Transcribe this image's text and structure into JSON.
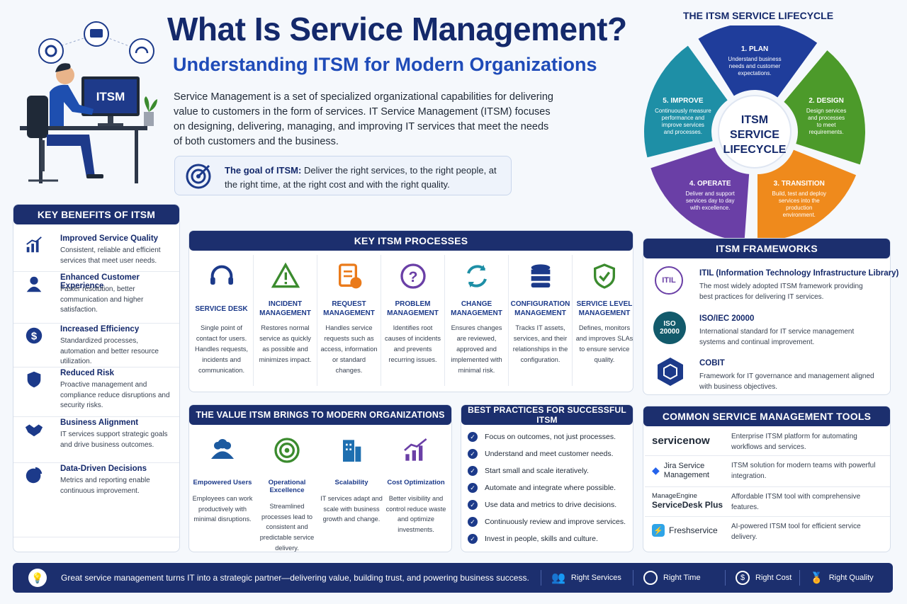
{
  "header": {
    "title": "What Is Service Management?",
    "subtitle": "Understanding ITSM for Modern Organizations",
    "intro": "Service Management is a set of specialized organizational capabilities for delivering value to customers in the form of services. IT Service Management (ITSM) focuses on designing, delivering, managing, and improving IT services that meet the needs of both customers and the business.",
    "goal_label": "The goal of ITSM:",
    "goal_text": "Deliver the right services, to the right people, at the right time, at the right cost and with the right quality.",
    "monitor_text": "ITSM"
  },
  "lifecycle": {
    "heading": "THE ITSM SERVICE LIFECYCLE",
    "center": [
      "ITSM",
      "SERVICE",
      "LIFECYCLE"
    ],
    "stages": [
      {
        "label": "1. PLAN",
        "desc": [
          "Understand business",
          "needs and customer",
          "expectations."
        ],
        "color": "#1f3d9b"
      },
      {
        "label": "2. DESIGN",
        "desc": [
          "Design services",
          "and processes",
          "to meet",
          "requirements."
        ],
        "color": "#4c9a2a"
      },
      {
        "label": "3. TRANSITION",
        "desc": [
          "Build, test and deploy",
          "services into the",
          "production",
          "environment."
        ],
        "color": "#ef8a1c"
      },
      {
        "label": "4. OPERATE",
        "desc": [
          "Deliver and support",
          "services day to day",
          "with excellence."
        ],
        "color": "#6a3fa6"
      },
      {
        "label": "5. IMPROVE",
        "desc": [
          "Continuously measure",
          "performance and",
          "improve services",
          "and processes."
        ],
        "color": "#1e8fa6"
      }
    ]
  },
  "benefits": {
    "heading": "KEY BENEFITS OF ITSM",
    "items": [
      {
        "title": "Improved Service Quality",
        "desc": "Consistent, reliable and efficient services that meet user needs.",
        "icon": "chart-icon"
      },
      {
        "title": "Enhanced Customer Experience",
        "desc": "Faster resolution, better communication and higher satisfaction.",
        "icon": "user-icon"
      },
      {
        "title": "Increased Efficiency",
        "desc": "Standardized processes, automation and better resource utilization.",
        "icon": "dollar-icon"
      },
      {
        "title": "Reduced Risk",
        "desc": "Proactive management and compliance reduce disruptions and security risks.",
        "icon": "shield-icon"
      },
      {
        "title": "Business Alignment",
        "desc": "IT services support strategic goals and drive business outcomes.",
        "icon": "handshake-icon"
      },
      {
        "title": "Data-Driven Decisions",
        "desc": "Metrics and reporting enable continuous improvement.",
        "icon": "pie-icon"
      }
    ]
  },
  "processes": {
    "heading": "KEY ITSM PROCESSES",
    "items": [
      {
        "title": "SERVICE DESK",
        "desc": "Single point of contact for users. Handles requests, incidents and communication.",
        "icon": "headset-icon",
        "color": "#1c3a8a"
      },
      {
        "title": "INCIDENT MANAGEMENT",
        "desc": "Restores normal service as quickly as possible and minimizes impact.",
        "icon": "warning-icon",
        "color": "#3b8b2e"
      },
      {
        "title": "REQUEST MANAGEMENT",
        "desc": "Handles service requests such as access, information or standard changes.",
        "icon": "request-icon",
        "color": "#ea7a1a"
      },
      {
        "title": "PROBLEM MANAGEMENT",
        "desc": "Identifies root causes of incidents and prevents recurring issues.",
        "icon": "question-icon",
        "color": "#6a3fa6"
      },
      {
        "title": "CHANGE MANAGEMENT",
        "desc": "Ensures changes are reviewed, approved and implemented with minimal risk.",
        "icon": "cycle-icon",
        "color": "#1e8fa6"
      },
      {
        "title": "CONFIGURATION MANAGEMENT",
        "desc": "Tracks IT assets, services, and their relationships in the configuration.",
        "icon": "database-icon",
        "color": "#1c3a8a"
      },
      {
        "title": "SERVICE LEVEL MANAGEMENT",
        "desc": "Defines, monitors and improves SLAs to ensure service quality.",
        "icon": "shield-check-icon",
        "color": "#3b8b2e"
      }
    ]
  },
  "value": {
    "heading": "THE VALUE ITSM BRINGS TO MODERN ORGANIZATIONS",
    "items": [
      {
        "title": "Empowered Users",
        "desc": "Employees can work productively with minimal disruptions.",
        "icon": "users-icon"
      },
      {
        "title": "Operational Excellence",
        "desc": "Streamlined processes lead to consistent and predictable service delivery.",
        "icon": "target-icon"
      },
      {
        "title": "Scalability",
        "desc": "IT services adapt and scale with business growth and change.",
        "icon": "building-icon"
      },
      {
        "title": "Cost Optimization",
        "desc": "Better visibility and control reduce waste and optimize investments.",
        "icon": "growth-icon"
      }
    ]
  },
  "best_practices": {
    "heading": "BEST PRACTICES FOR SUCCESSFUL ITSM",
    "items": [
      "Focus on outcomes, not just processes.",
      "Understand and meet customer needs.",
      "Start small and scale iteratively.",
      "Automate and integrate where possible.",
      "Use data and metrics to drive decisions.",
      "Continuously review and improve services.",
      "Invest in people, skills and culture."
    ]
  },
  "frameworks": {
    "heading": "ITSM FRAMEWORKS",
    "items": [
      {
        "title": "ITIL (Information Technology Infrastructure Library)",
        "desc": "The most widely adopted ITSM framework providing best practices for delivering IT services.",
        "badge": "ITIL"
      },
      {
        "title": "ISO/IEC 20000",
        "desc": "International standard for IT service management systems and continual improvement.",
        "badge": "ISO 20000"
      },
      {
        "title": "COBIT",
        "desc": "Framework for IT governance and management aligned with business objectives.",
        "badge": "cube-icon"
      }
    ]
  },
  "tools": {
    "heading": "COMMON SERVICE MANAGEMENT TOOLS",
    "items": [
      {
        "name": "servicenow",
        "desc": "Enterprise ITSM platform for automating workflows and services."
      },
      {
        "name_line1": "Jira Service",
        "name_line2": "Management",
        "desc": "ITSM solution for modern teams with powerful integration."
      },
      {
        "name_line1": "ManageEngine",
        "name_line2": "ServiceDesk Plus",
        "desc": "Affordable ITSM tool with comprehensive features."
      },
      {
        "name": "Freshservice",
        "desc": "AI-powered ITSM tool for efficient service delivery."
      }
    ]
  },
  "footer": {
    "text": "Great service management turns IT into a strategic partner—delivering value, building trust, and powering business success.",
    "pillars": [
      "Right Services",
      "Right Time",
      "Right Cost",
      "Right Quality"
    ]
  }
}
